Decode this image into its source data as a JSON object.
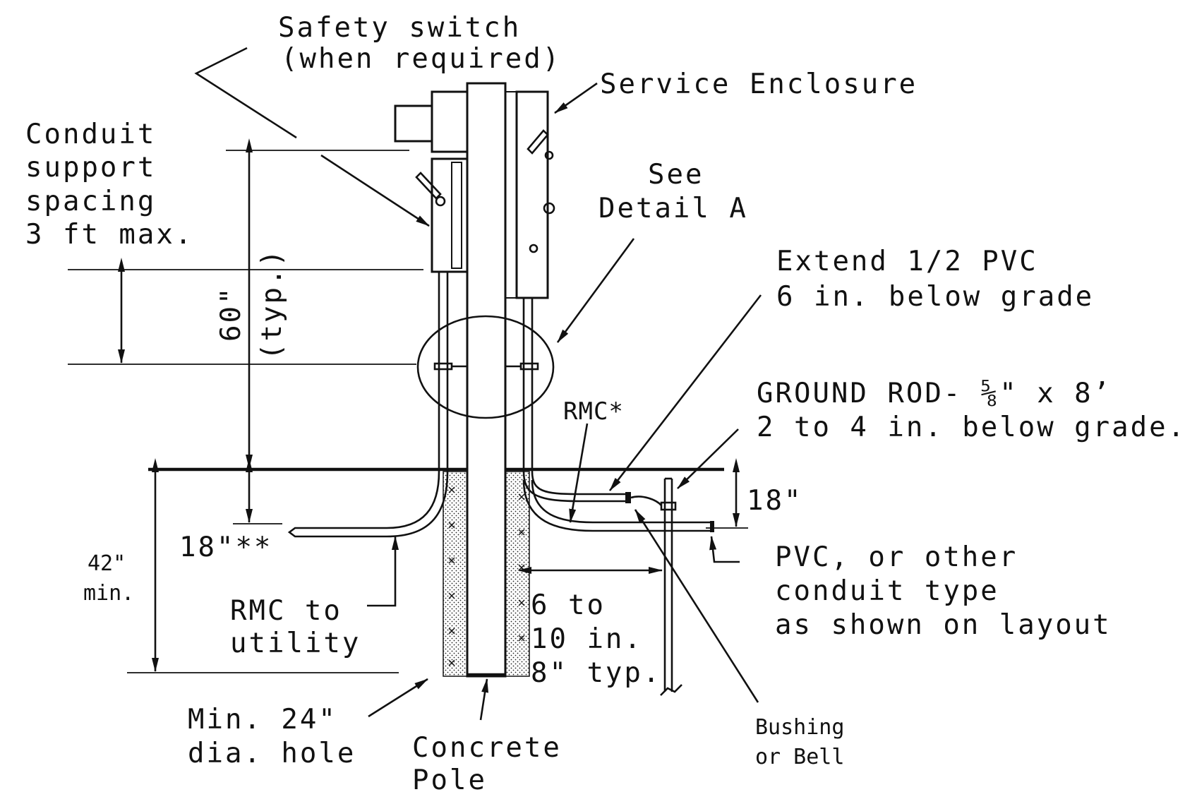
{
  "labels": {
    "safety_switch_1": "Safety switch",
    "safety_switch_2": "(when required)",
    "service_enclosure": "Service Enclosure",
    "conduit_support_1": "Conduit",
    "conduit_support_2": "support",
    "conduit_support_3": "spacing",
    "conduit_support_4": "3 ft max.",
    "see_detail_1": "See",
    "see_detail_2": "Detail A",
    "extend_pvc_1": "Extend 1/2 PVC",
    "extend_pvc_2": "6 in. below grade",
    "ground_rod_1": "GROUND ROD- ⅝\" x 8’",
    "ground_rod_2": "2 to 4 in. below grade.",
    "rmc_star": "RMC*",
    "dim_18": "18\"",
    "dim_60": "60\"",
    "dim_typ": "(typ.)",
    "dim_18_star": "18\"**",
    "dim_42": "42\"",
    "dim_min": "min.",
    "pvc_other_1": "PVC, or other",
    "pvc_other_2": "conduit type",
    "pvc_other_3": "as shown on layout",
    "rmc_utility_1": "RMC to",
    "rmc_utility_2": "utility",
    "six_to_ten_1": "6 to",
    "six_to_ten_2": "10 in.",
    "six_to_ten_3": "8\" typ.",
    "min_hole_1": "Min. 24\"",
    "min_hole_2": "dia. hole",
    "concrete_pole_1": "Concrete",
    "concrete_pole_2": "Pole",
    "bushing_1": "Bushing",
    "bushing_2": "or Bell"
  }
}
